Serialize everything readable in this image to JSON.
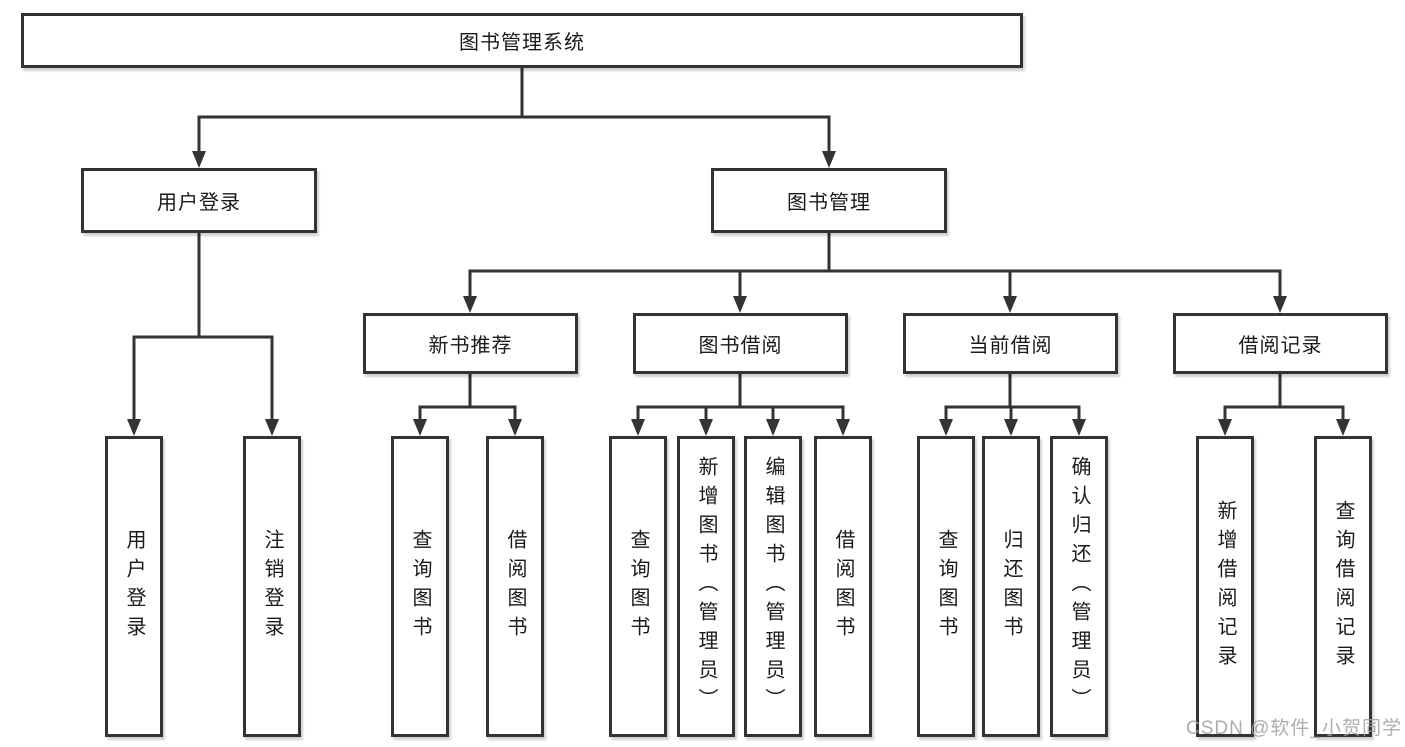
{
  "nodes": {
    "root": "图书管理系统",
    "login": "用户登录",
    "manage": "图书管理",
    "newbook": "新书推荐",
    "borrow": "图书借阅",
    "current": "当前借阅",
    "records": "借阅记录",
    "login_user": "用户登录",
    "login_logout": "注销登录",
    "nb_query": "查询图书",
    "nb_borrow": "借阅图书",
    "bb_query": "查询图书",
    "bb_add": "新增图书（管理员）",
    "bb_edit": "编辑图书（管理员）",
    "bb_borrow": "借阅图书",
    "cb_query": "查询图书",
    "cb_return": "归还图书",
    "cb_confirm": "确认归还（管理员）",
    "br_add": "新增借阅记录",
    "br_query": "查询借阅记录"
  },
  "hierarchy": {
    "label": "图书管理系统",
    "children": [
      {
        "label": "用户登录",
        "children": [
          {
            "label": "用户登录"
          },
          {
            "label": "注销登录"
          }
        ]
      },
      {
        "label": "图书管理",
        "children": [
          {
            "label": "新书推荐",
            "children": [
              {
                "label": "查询图书"
              },
              {
                "label": "借阅图书"
              }
            ]
          },
          {
            "label": "图书借阅",
            "children": [
              {
                "label": "查询图书"
              },
              {
                "label": "新增图书（管理员）"
              },
              {
                "label": "编辑图书（管理员）"
              },
              {
                "label": "借阅图书"
              }
            ]
          },
          {
            "label": "当前借阅",
            "children": [
              {
                "label": "查询图书"
              },
              {
                "label": "归还图书"
              },
              {
                "label": "确认归还（管理员）"
              }
            ]
          },
          {
            "label": "借阅记录",
            "children": [
              {
                "label": "新增借阅记录"
              },
              {
                "label": "查询借阅记录"
              }
            ]
          }
        ]
      }
    ]
  },
  "watermark": "CSDN @软件_小贺同学",
  "colors": {
    "line": "#333333",
    "box_border": "#333333",
    "box_background": "#ffffff",
    "text": "#1a1a1a",
    "watermark": "#a0a0a0"
  }
}
